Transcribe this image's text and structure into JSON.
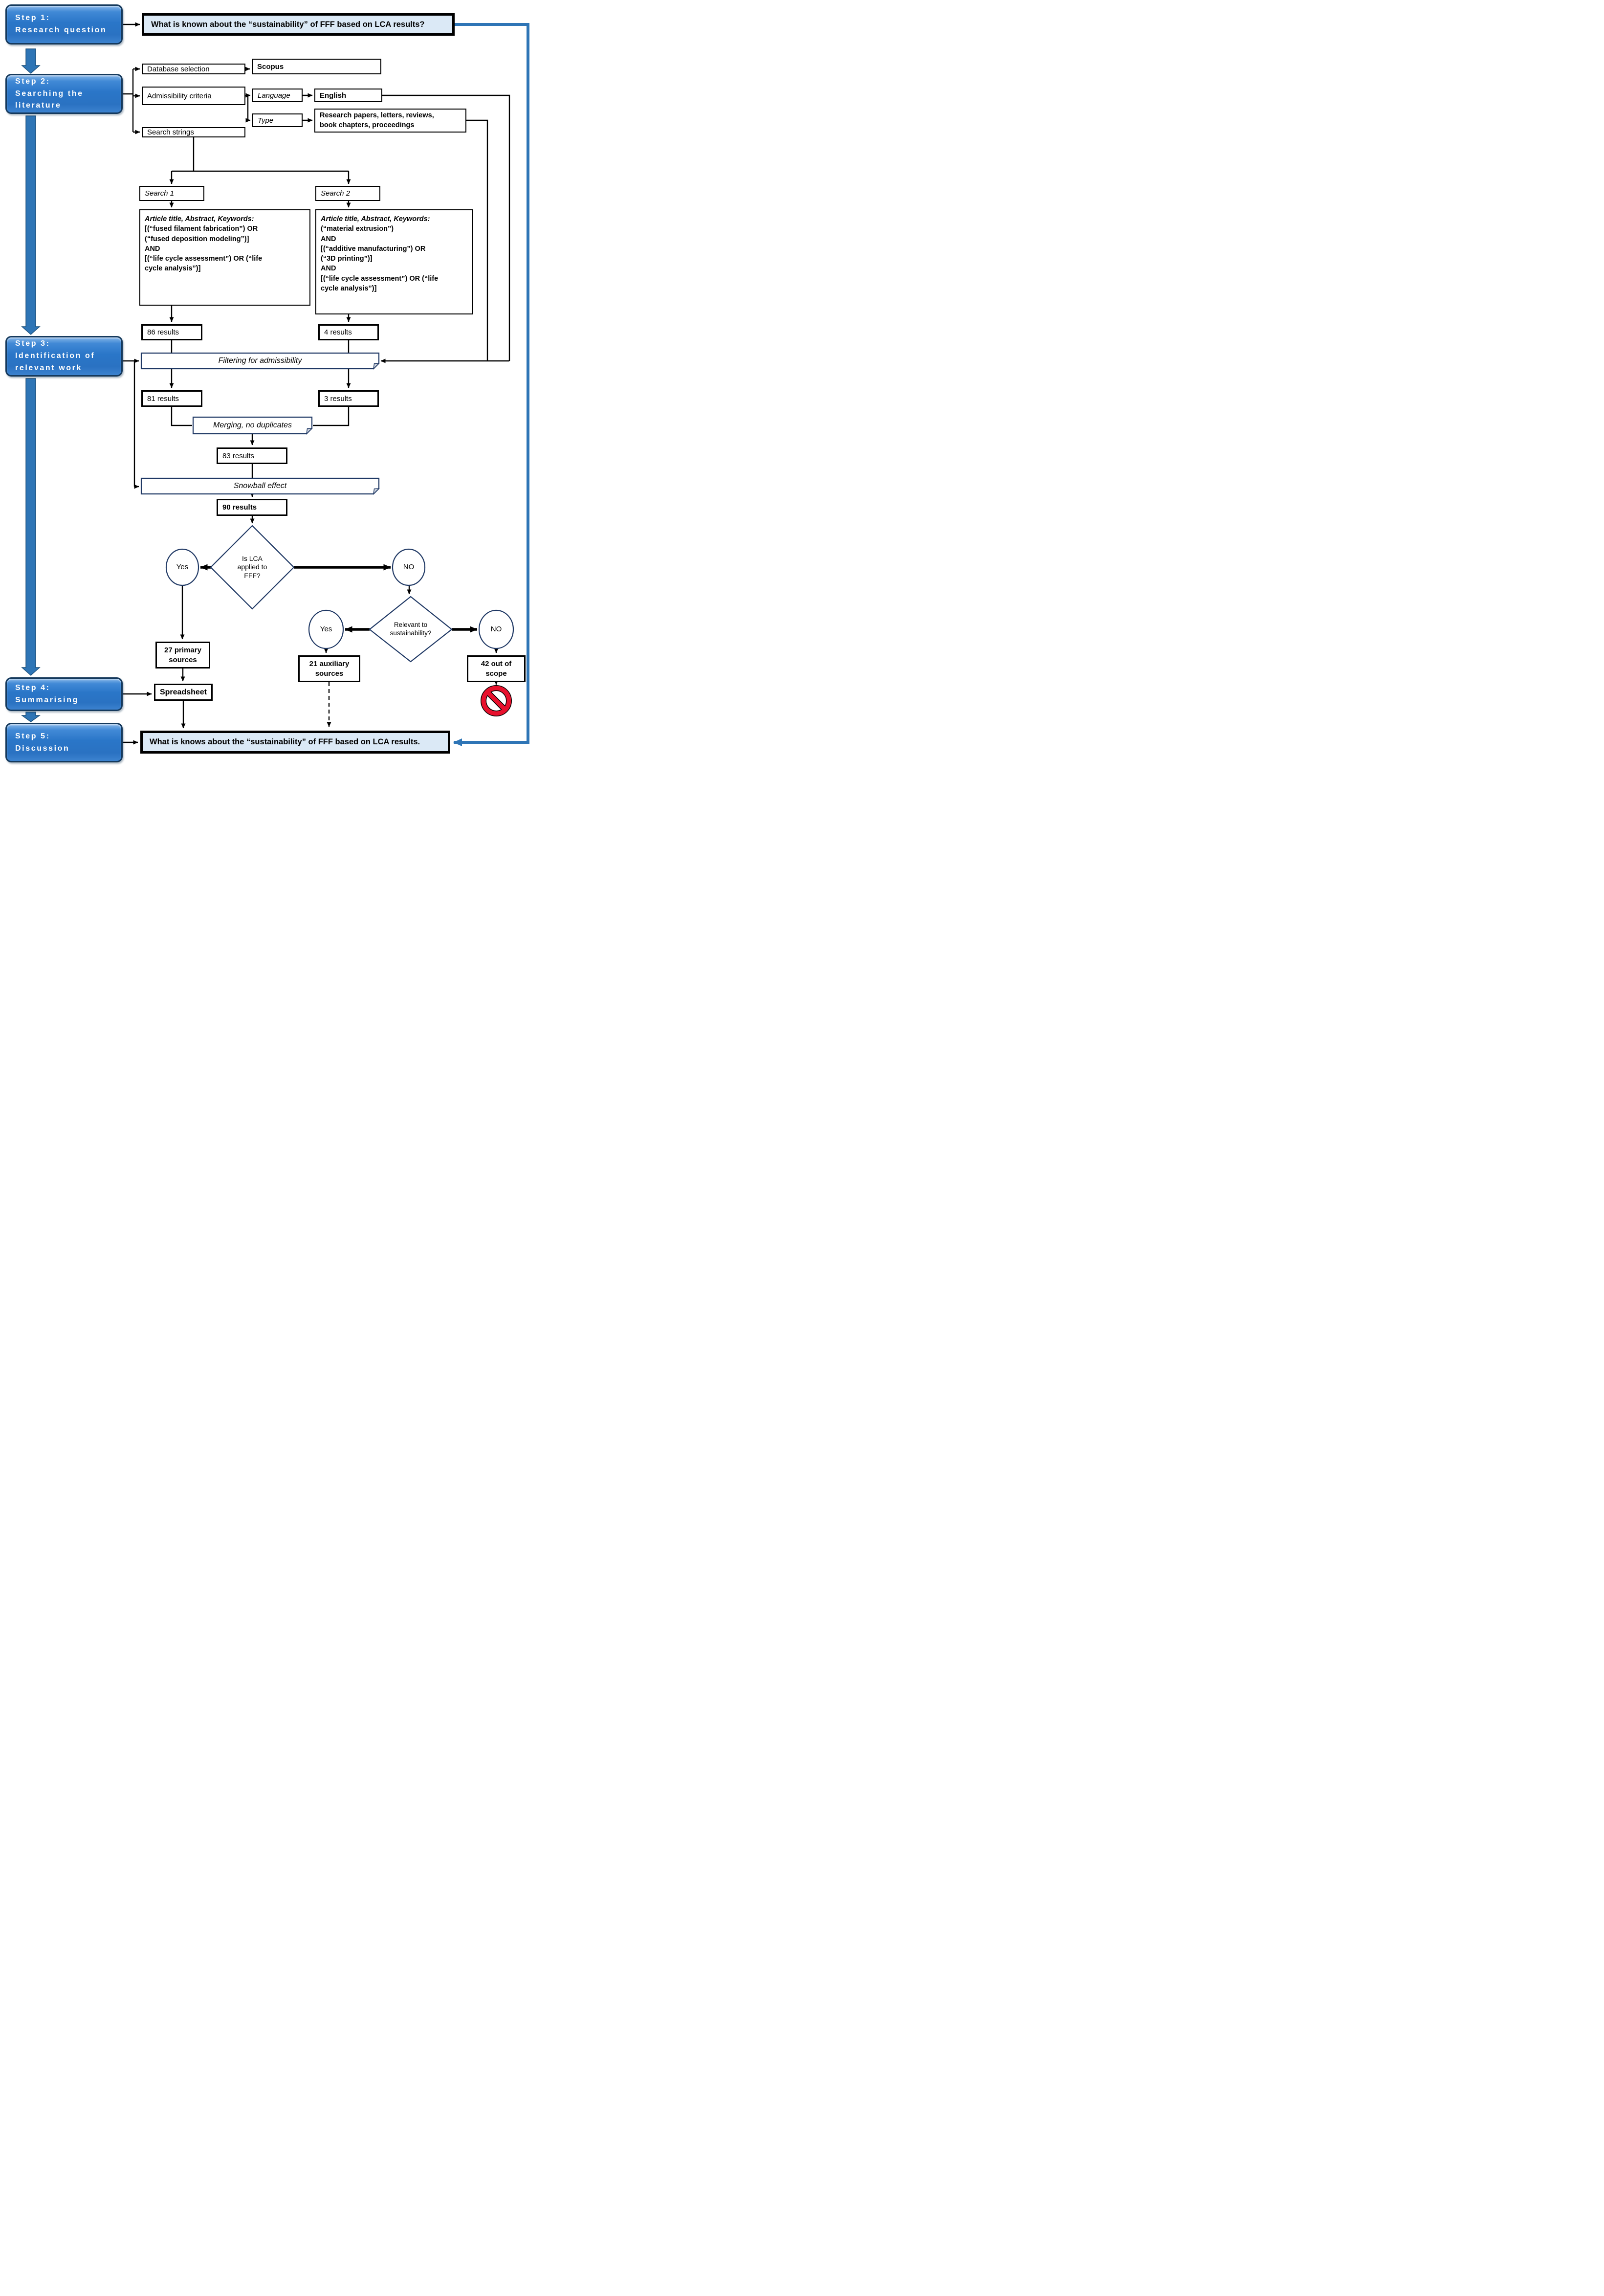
{
  "steps": [
    {
      "label": "Step 1:\nResearch question"
    },
    {
      "label": "Step 2:\nSearching the\nliterature"
    },
    {
      "label": "Step 3:\nIdentification of\nrelevant work"
    },
    {
      "label": "Step 4:\nSummarising"
    },
    {
      "label": "Step 5:\nDiscussion"
    }
  ],
  "research_question": "What is known about the “sustainability” of FFF based on LCA results?",
  "discussion_statement": "What is knows about the “sustainability” of FFF based on LCA results.",
  "step2": {
    "database_selection": "Database selection",
    "database_value": "Scopus",
    "admissibility": "Admissibility criteria",
    "language_label": "Language",
    "language_value": "English",
    "type_label": "Type",
    "type_value": "Research papers, letters, reviews,\nbook chapters, proceedings",
    "search_strings": "Search strings"
  },
  "search1": {
    "label": "Search 1",
    "query_header": "Article title, Abstract, Keywords:",
    "query_body": "[(“fused filament fabrication”) OR\n(“fused deposition modeling”)]\nAND\n[(“life cycle assessment”) OR (“life\ncycle analysis”)]",
    "results": "86 results",
    "filtered_results": "81 results"
  },
  "search2": {
    "label": "Search 2",
    "query_header": "Article title, Abstract, Keywords:",
    "query_body": "(“material extrusion”)\nAND\n[(“additive manufacturing”) OR\n(“3D printing”)]\nAND\n[(“life cycle assessment”) OR (“life\ncycle analysis”)]",
    "results": "4 results",
    "filtered_results": "3 results"
  },
  "process": {
    "filtering": "Filtering for admissibility",
    "merging": "Merging, no duplicates",
    "merged_results": "83 results",
    "snowball": "Snowball effect",
    "snowball_results": "90 results"
  },
  "decision1": {
    "question": "Is LCA\napplied to\nFFF?",
    "yes": "Yes",
    "no": "NO",
    "yes_result": "27 primary\nsources"
  },
  "decision2": {
    "question": "Relevant to\nsustainability?",
    "yes": "Yes",
    "no": "NO",
    "yes_result": "21 auxiliary\nsources",
    "no_result": "42 out of\nscope"
  },
  "summarising": {
    "tool": "Spreadsheet"
  },
  "colors": {
    "step_blue": "#2E75B6",
    "navy": "#1F3864",
    "light_blue_fill": "#DBE9F6",
    "feedback_blue": "#2E75B6",
    "prohibition_red": "#E8112D"
  }
}
